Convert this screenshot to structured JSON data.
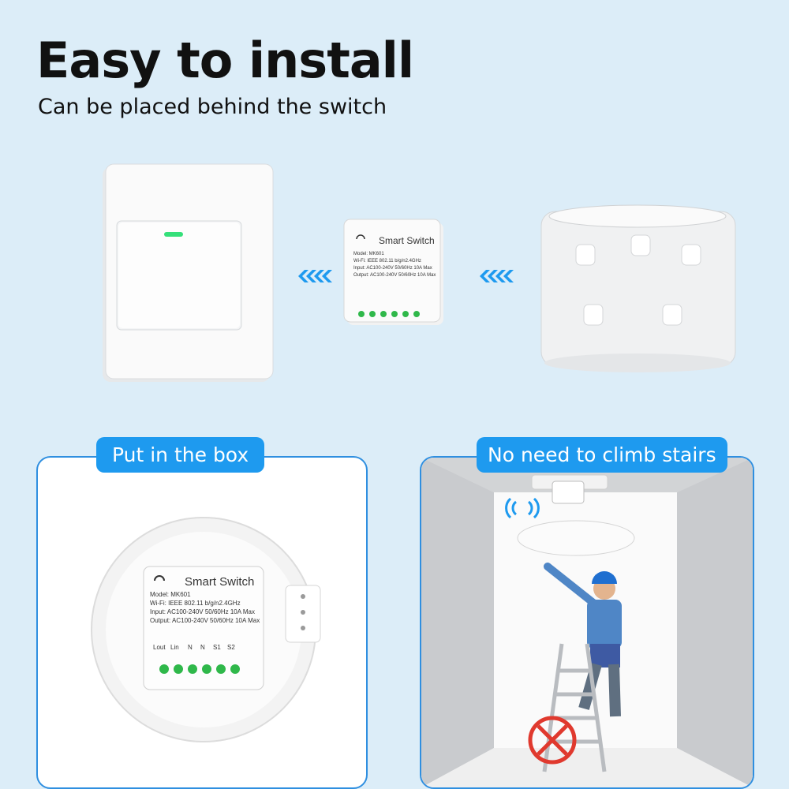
{
  "header": {
    "title": "Easy to install",
    "subtitle": "Can be placed behind the switch"
  },
  "module": {
    "brand": "Smart Switch",
    "model": "Model: MK601",
    "wifi": "Wi-Fi: IEEE 802.11 b/g/n2.4GHz",
    "input": "Input: AC100-240V 50/60Hz 10A Max",
    "output": "Output: AC100-240V 50/60Hz 10A Max",
    "terminals": [
      "Lout",
      "Lin",
      "N",
      "N",
      "S1",
      "S2"
    ]
  },
  "panels": {
    "left_label": "Put in the box",
    "right_label": "No need to climb stairs"
  },
  "colors": {
    "accent": "#1e9aef",
    "background": "#dcedf8",
    "terminal_green": "#2fb84a",
    "prohibit_red": "#e0392e"
  }
}
